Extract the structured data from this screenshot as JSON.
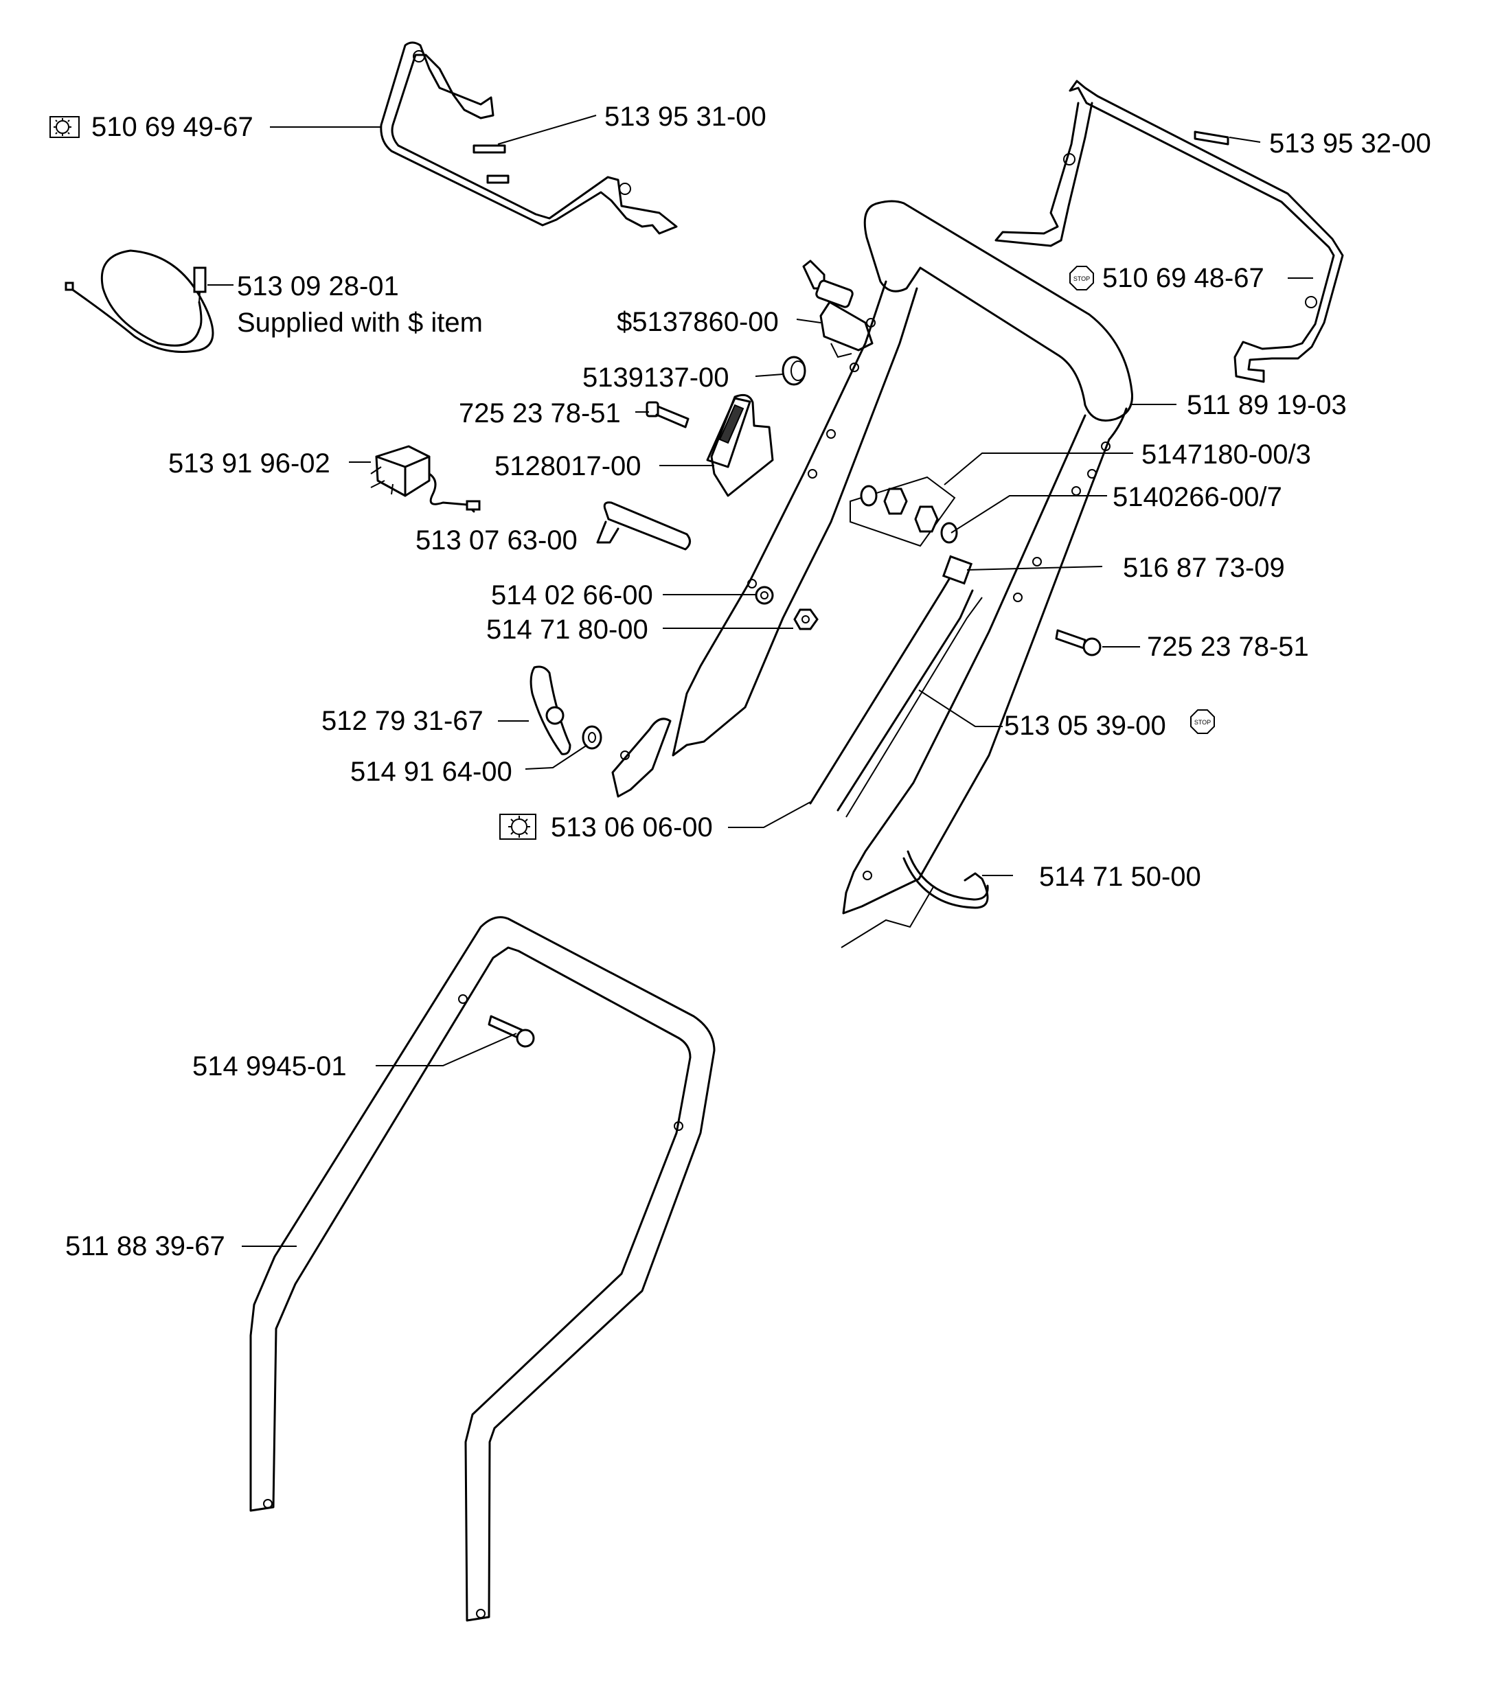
{
  "labels": {
    "p_510694967": "510 69 49-67",
    "p_513953100": "513 95 31-00",
    "p_513953200": "513 95 32-00",
    "p_510694867": "510 69 48-67",
    "p_513092801": "513 09 28-01",
    "supplied_note": "Supplied with $ item",
    "p_5137860": "$5137860-00",
    "p_5139137": "5139137-00",
    "p_72523785_a": "725 23 78-51",
    "p_5128017": "5128017-00",
    "p_513919602": "513 91 96-02",
    "p_513076300": "513 07 63-00",
    "p_511891903": "511 89 19-03",
    "p_5147180": "5147180-00/3",
    "p_5140266": "5140266-00/7",
    "p_516877309": "516 87 73-09",
    "p_514026600": "514 02 66-00",
    "p_514718000": "514 71 80-00",
    "p_72523785_b": "725 23 78-51",
    "p_512793167": "512 79 31-67",
    "p_513053900": "513 05 39-00",
    "p_514916400": "514 91 64-00",
    "p_513060600": "513 06 06-00",
    "p_514715000": "514 71 50-00",
    "p_514994501": "514 9945-01",
    "p_511883967": "511 88 39-67"
  },
  "symbols": {
    "stop_text": "STOP",
    "light_icon": "light-symbol-icon",
    "stop_icon": "stop-sign-icon"
  },
  "colors": {
    "line": "#000000",
    "background": "#ffffff"
  }
}
